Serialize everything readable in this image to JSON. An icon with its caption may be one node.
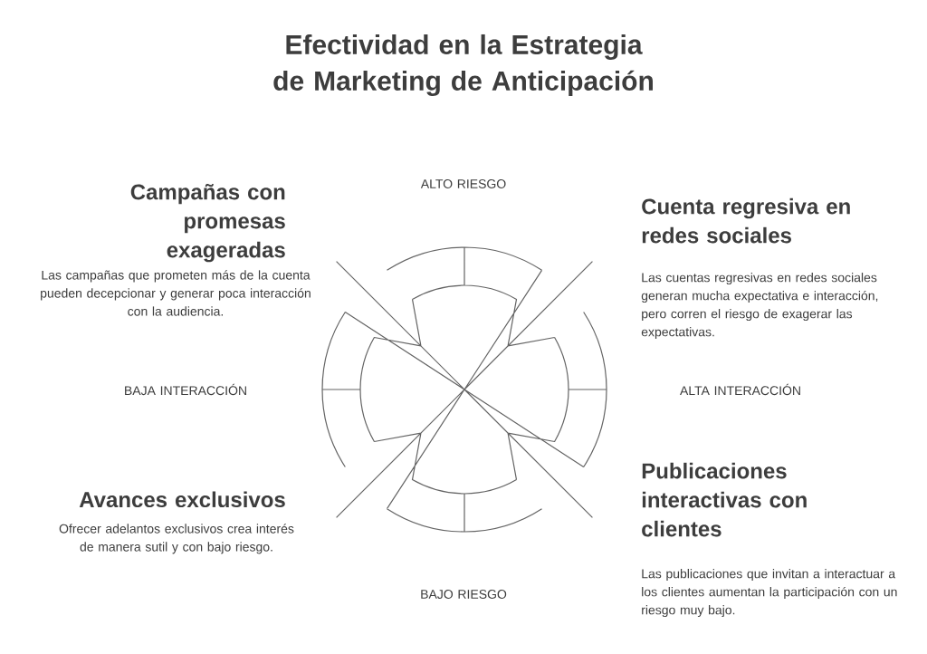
{
  "diagram": {
    "title": "Efectividad en la Estrategia de Marketing de Anticipación",
    "labels": [
      "Campañas con promesas exageradas",
      "ALTO RIESGO",
      "Cuenta regresiva en redes sociales",
      "Las campañas que prometen más de la cuenta pueden decepcionar y generar poca interacción con la audiencia.",
      "Las cuentas regresivas en redes sociales generan mucha expectativa e interacción, pero corren el riesgo de exagerar las expectativas.",
      "BAJA INTERACCIÓN",
      "ALTA INTERACCIÓN",
      "Publicaciones interactivas con clientes",
      "Avances exclusivos",
      "Ofrecer adelantos exclusivos crea interés de manera sutil y con bajo riesgo.",
      "Las publicaciones que invitan a interactuar a los clientes aumentan la participación con un riesgo muy bajo.",
      "BAJO RIESGO"
    ]
  }
}
